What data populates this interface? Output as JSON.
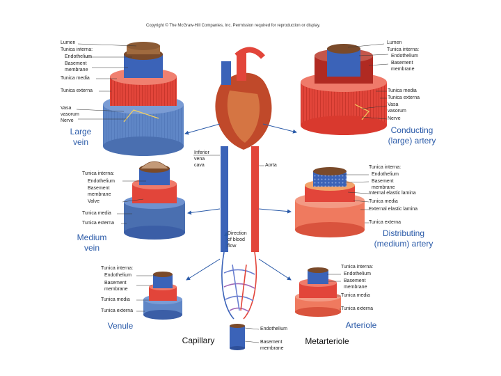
{
  "copyright": "Copyright © The McGraw-Hill Companies, Inc. Permission required for reproduction or display.",
  "large_vein": {
    "name": "Large\nvein",
    "labels": [
      "Lumen",
      "Tunica interna:",
      "Endothelium",
      "Basement",
      "membrane",
      "Tunica media",
      "Tunica externa",
      "Vasa",
      "vasorum",
      "Nerve"
    ]
  },
  "large_artery": {
    "name": "Conducting\n(large) artery",
    "labels": [
      "Lumen",
      "Tunica interna:",
      "Endothelium",
      "Basement",
      "membrane",
      "Tunica media",
      "Tunica externa",
      "Vasa",
      "vasorum",
      "Nerve"
    ]
  },
  "medium_vein": {
    "name": "Medium\nvein",
    "labels": [
      "Tunica interna:",
      "Endothelium",
      "Basement",
      "membrane",
      "Valve",
      "Tunica media",
      "Tunica externa"
    ]
  },
  "medium_artery": {
    "name": "Distributing\n(medium) artery",
    "labels": [
      "Tunica interna:",
      "Endothelium",
      "Basement",
      "membrane",
      "Internal elastic lamina",
      "Tunica media",
      "External elastic lamina",
      "Tunica externa"
    ]
  },
  "venule": {
    "name": "Venule",
    "labels": [
      "Tunica interna:",
      "Endothelium",
      "Basement",
      "membrane",
      "Tunica media",
      "Tunica externa"
    ]
  },
  "arteriole": {
    "name": "Arteriole",
    "labels": [
      "Tunica interna:",
      "Endothelium",
      "Basement",
      "membrane",
      "Tunica media",
      "Tunica externa"
    ]
  },
  "capillary": {
    "name": "Capillary",
    "labels": [
      "Endothelium",
      "Basement",
      "membrane"
    ]
  },
  "metarteriole": "Metarteriole",
  "vessels": {
    "inferior_vena_cava": [
      "Inferior",
      "vena",
      "cava"
    ],
    "aorta": "Aorta",
    "direction": [
      "Direction",
      "of blood",
      "flow"
    ]
  },
  "colors": {
    "vein_blue": "#3b63b8",
    "artery_red": "#e2453a",
    "externa_blue": "#5f86c6",
    "externa_red": "#ef7a5f",
    "lumen_brown": "#7a4a2a"
  }
}
